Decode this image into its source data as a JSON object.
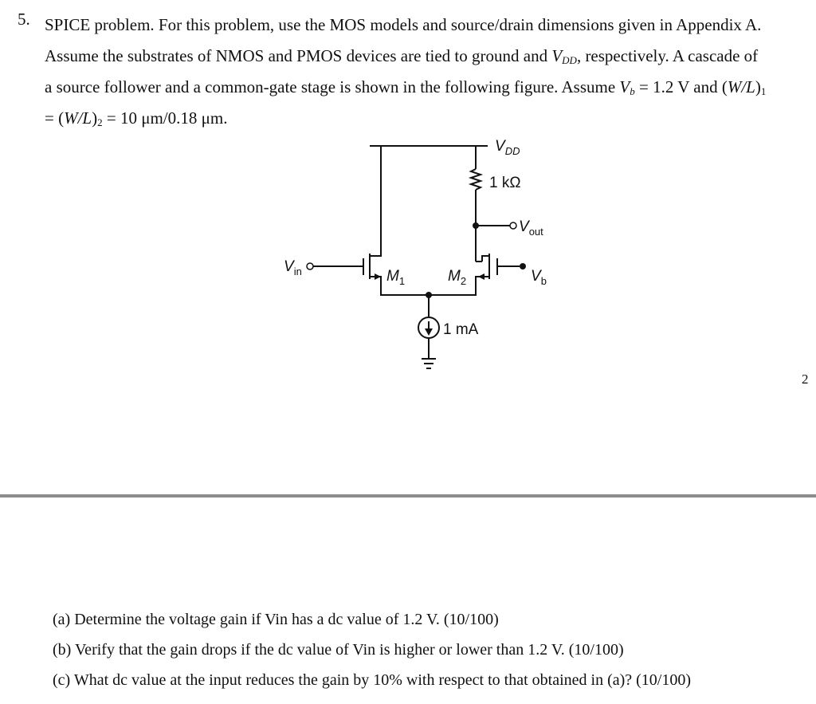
{
  "problem": {
    "number": "5.",
    "line1": "SPICE problem. For this problem, use the MOS models and source/drain dimensions given in Appendix A.",
    "line2_a": "Assume the substrates of NMOS and PMOS devices are tied to ground and ",
    "vdd_var": "V",
    "vdd_sub": "DD",
    "line2_b": ", respectively. A cascade of",
    "line3_a": "a source follower and a common-gate stage is shown in the following figure. Assume ",
    "vb_var": "V",
    "vb_sub": "b",
    "line3_b": " = 1.2 V and (",
    "wl": "W/L",
    "wl_sub1": "1",
    "line4_a": "= (",
    "wl_sub2": "2",
    "line4_b": " = 10 μm/0.18 μm."
  },
  "circuit": {
    "vdd_label": "V",
    "vdd_sub": "DD",
    "resistor_label": "1 kΩ",
    "vout_label": "V",
    "vout_sub": "out",
    "vin_label": "V",
    "vin_sub": "in",
    "m1_label": "M",
    "m1_sub": "1",
    "m2_label": "M",
    "m2_sub": "2",
    "vb_label": "V",
    "vb_sub": "b",
    "current_label": "1 mA"
  },
  "page_number": "2",
  "questions": [
    "(a) Determine the voltage gain if Vin has a dc value of 1.2 V. (10/100)",
    "(b) Verify that the gain drops if the dc value of Vin is higher or lower than 1.2 V. (10/100)",
    "(c) What dc value at the input reduces the gain by 10% with respect to that obtained in (a)? (10/100)"
  ]
}
